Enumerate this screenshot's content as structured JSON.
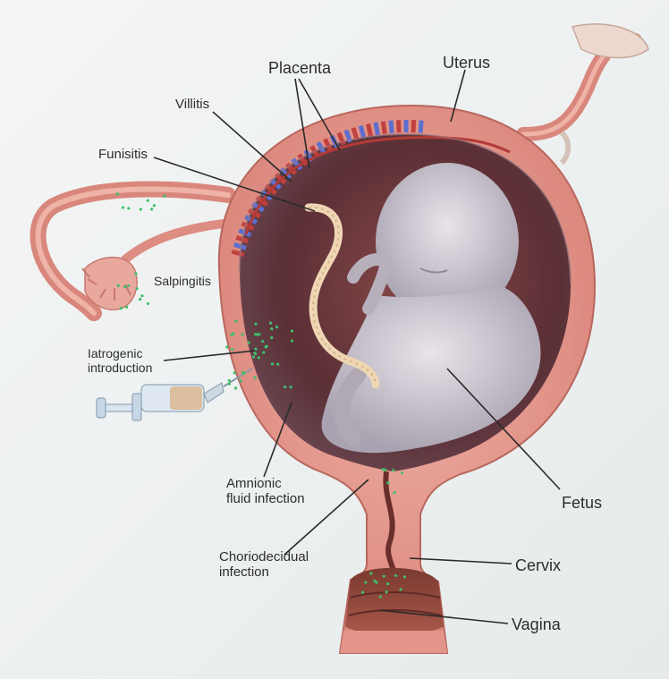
{
  "labels": {
    "placenta": "Placenta",
    "uterus": "Uterus",
    "villitis": "Villitis",
    "funisitis": "Funisitis",
    "salpingitis": "Salpingitis",
    "iatrogenic_line1": "Iatrogenic",
    "iatrogenic_line2": "introduction",
    "amnionic_line1": "Amnionic",
    "amnionic_line2": "fluid infection",
    "chorio_line1": "Choriodecidual",
    "chorio_line2": "infection",
    "fetus": "Fetus",
    "cervix": "Cervix",
    "vagina": "Vagina"
  },
  "colors": {
    "uterine_wall": "#e3958a",
    "amniotic_cavity": "#6e3b3e",
    "fetus": "#c9c3cc",
    "placenta_red": "#c0413d",
    "placenta_blue": "#5b6fd1",
    "bacteria": "#3fbf6a",
    "leader_line": "#2a2a2a"
  }
}
